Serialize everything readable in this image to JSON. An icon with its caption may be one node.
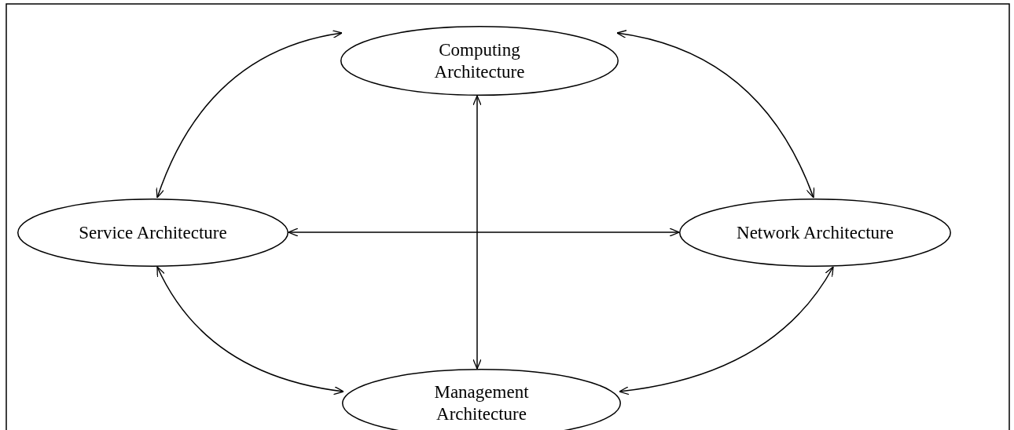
{
  "diagram": {
    "nodes": [
      {
        "text": [
          "Computing Architecture"
        ]
      },
      {
        "text": [
          "Service Architecture"
        ]
      },
      {
        "text": [
          "Network Architecture"
        ]
      },
      {
        "text": [
          "Management Architecture"
        ]
      }
    ],
    "edges": [
      {
        "from": 0,
        "to": 1,
        "arrow": "both"
      },
      {
        "from": 0,
        "to": 2,
        "arrow": "both"
      },
      {
        "from": 0,
        "to": 3,
        "arrow": "both"
      },
      {
        "from": 1,
        "to": 2,
        "arrow": "both"
      },
      {
        "from": 1,
        "to": 3,
        "arrow": "both"
      },
      {
        "from": 2,
        "to": 3,
        "arrow": "both"
      }
    ]
  }
}
